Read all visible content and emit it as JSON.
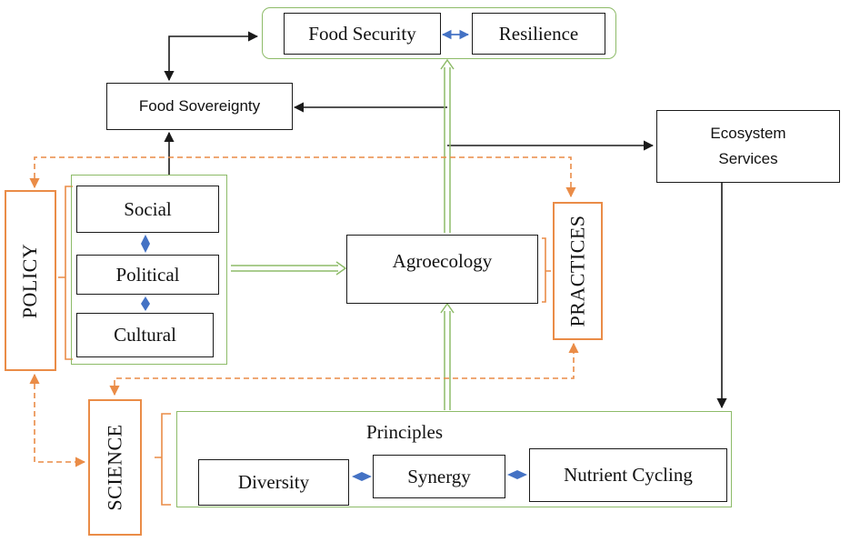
{
  "outcomes": {
    "food_security": "Food Security",
    "resilience": "Resilience"
  },
  "food_sovereignty": "Food Sovereignty",
  "ecosystem_services": {
    "line1": "Ecosystem",
    "line2": "Services"
  },
  "dimensions": {
    "social": "Social",
    "political": "Political",
    "cultural": "Cultural"
  },
  "center": "Agroecology",
  "policy": "POLICY",
  "practices": "PRACTICES",
  "science": "SCIENCE",
  "principles": {
    "title": "Principles",
    "diversity": "Diversity",
    "synergy": "Synergy",
    "nutrient_cycling": "Nutrient Cycling"
  },
  "colors": {
    "black_line": "#1a1a1a",
    "green_outline": "#8dbb68",
    "orange_dashed": "#ea8c47",
    "blue_diamond": "#4472c4"
  }
}
